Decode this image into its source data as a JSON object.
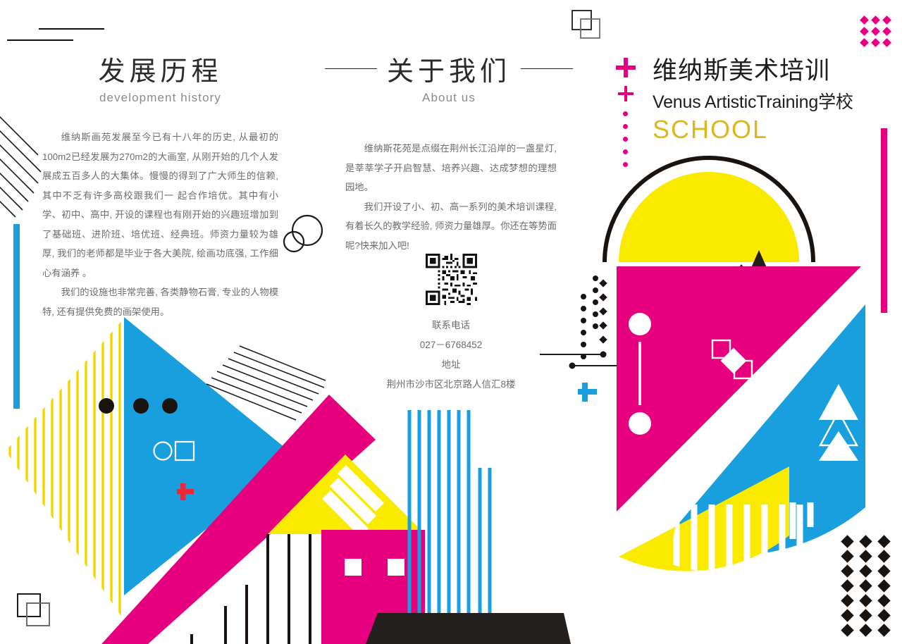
{
  "palette": {
    "magenta": "#e6007e",
    "cyan": "#199fdd",
    "yellow": "#f9ea00",
    "black": "#1a1410",
    "gold": "#dcb81e",
    "red_plus": "#e8293c",
    "text_gray": "#6d6d6d",
    "heading_dark": "#2b2b2b"
  },
  "left_column": {
    "title_cn": "发展历程",
    "title_en": "development history",
    "paragraphs": [
      "维纳斯画苑发展至今已有十八年的历史, 从最初的100m2已经发展为270m2的大画室, 从刚开始的几个人发展成五百多人的大集体。慢慢的得到了广大师生的信赖, 其中不乏有许多高校跟我们一 起合作培优。其中有小学、初中、高中, 开设的课程也有刚开始的兴趣班增加到了基础班、进阶班、培优班、经典班。师资力量较为雄厚, 我们的老师都是毕业于各大美院, 绘画功底强, 工作细心有涵养 。",
      "我们的设施也非常完善, 各类静物石膏, 专业的人物模特, 还有提供免费的画架使用。"
    ]
  },
  "center_column": {
    "title_cn": "关于我们",
    "title_en": "About us",
    "paragraphs": [
      "维纳斯花苑是点缀在荆州长江沿岸的一盏星灯, 是莘莘学子开启智慧、培养兴趣、达成梦想的理想园地。",
      "我们开设了小、初、高一系列的美术培训课程, 有着长久的教学经验, 师资力量雄厚。你还在等势面呢?快来加入吧!"
    ],
    "qr_label": "qr-code",
    "contact": {
      "phone_label": "联系电话",
      "phone_value": "027－6768452",
      "address_label": "地址",
      "address_value": "荆州市沙市区北京路人信汇8楼"
    }
  },
  "right_column": {
    "brand_cn": "维纳斯美术培训",
    "brand_en": "Venus ArtisticTraining学校",
    "brand_school": "SCHOOL"
  },
  "decor": {
    "top_right_dot_grid": {
      "rows": 3,
      "cols": 3,
      "color": "#e6007e"
    },
    "bottom_right_diamond_grid": {
      "rows": 7,
      "cols": 3,
      "color": "#1a1410"
    },
    "magenta_bar": "right-vertical-accent-bar",
    "cyan_bar": "left-vertical-accent-bar"
  }
}
